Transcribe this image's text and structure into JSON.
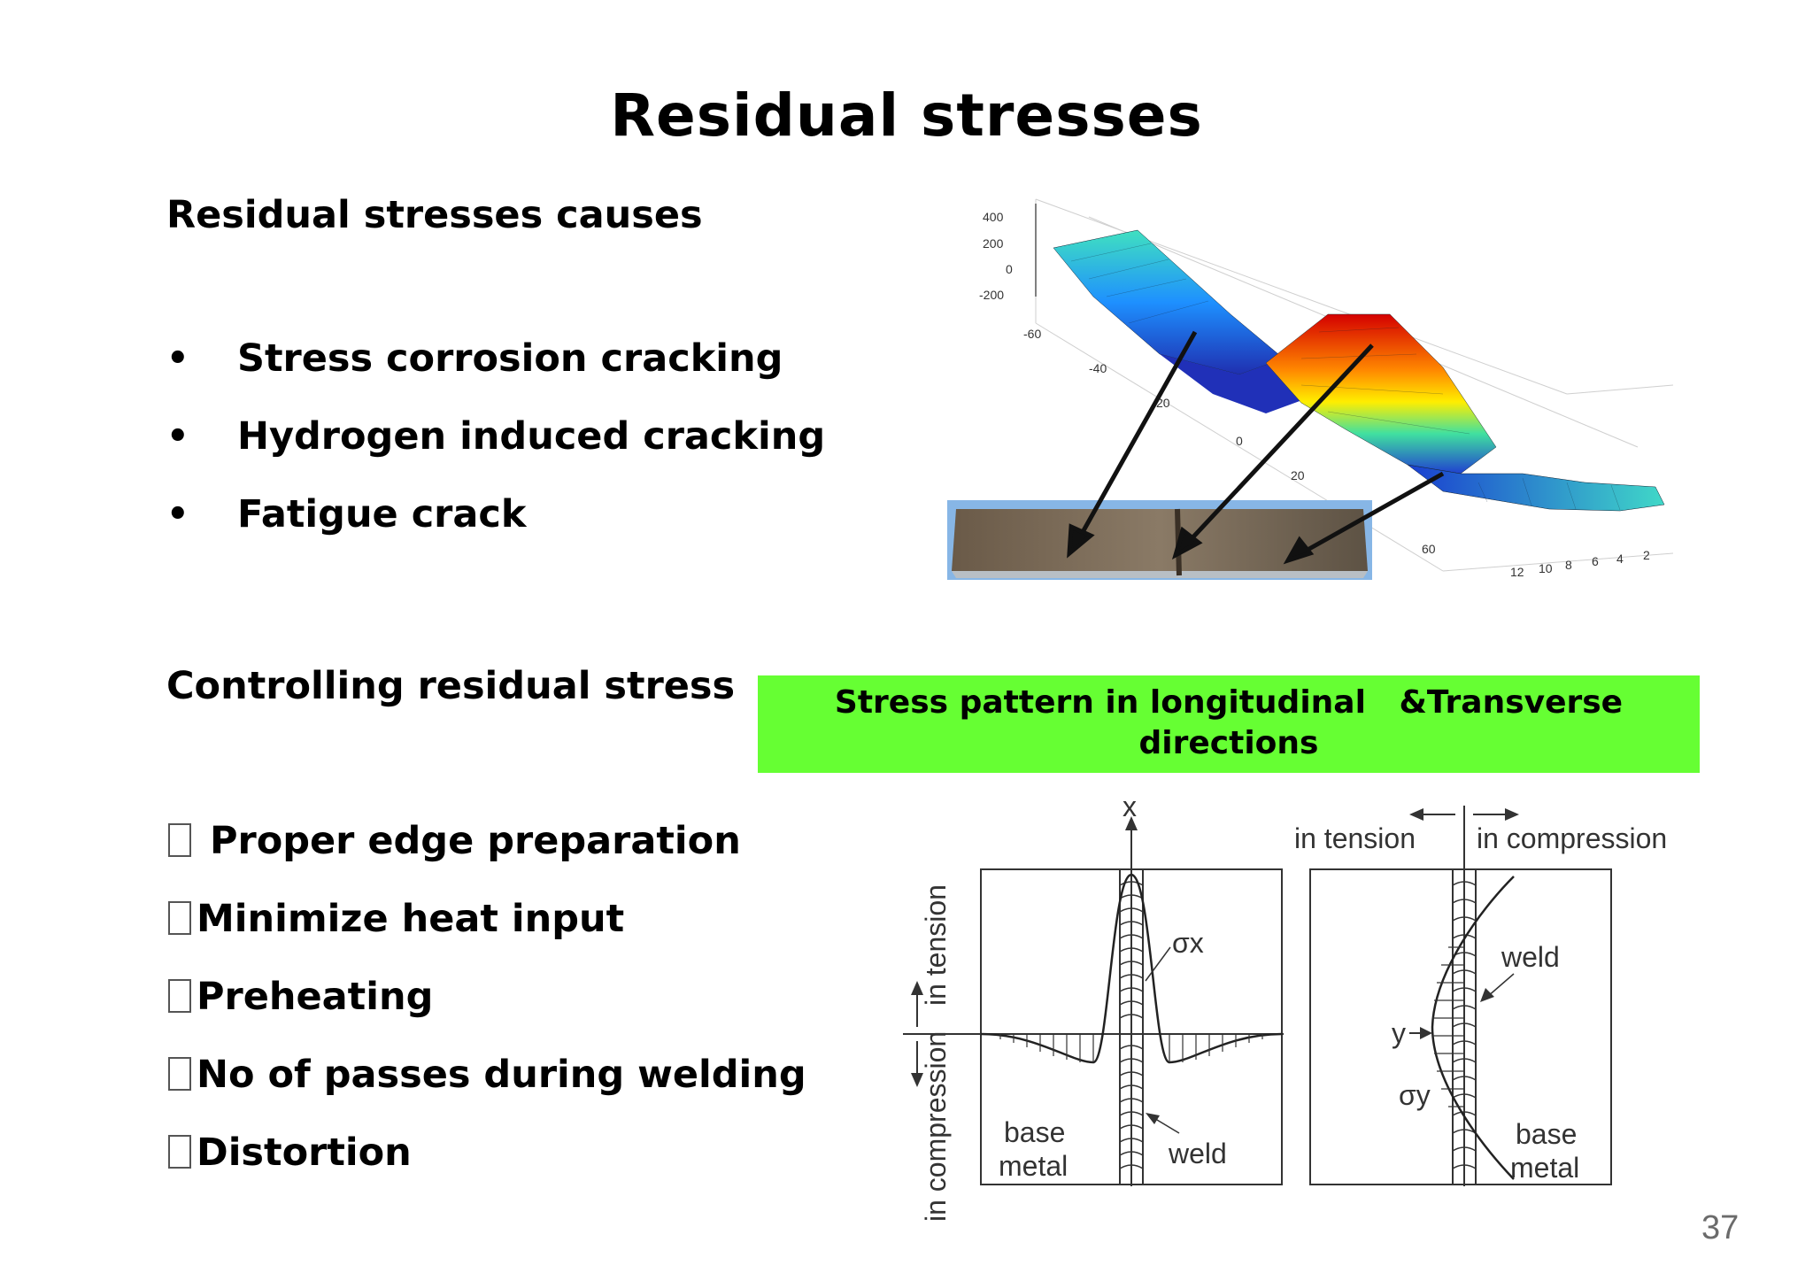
{
  "slide": {
    "title": "Residual stresses",
    "page_number": "37"
  },
  "causes": {
    "heading": "Residual stresses causes",
    "items": [
      {
        "bullet": "•",
        "text": "Stress corrosion cracking"
      },
      {
        "bullet": "•",
        "text": "Hydrogen induced cracking"
      },
      {
        "bullet": "•",
        "text": "Fatigue crack"
      }
    ]
  },
  "control": {
    "heading": "Controlling residual stress",
    "items": [
      {
        "text": " Proper edge preparation"
      },
      {
        "text": "Minimize heat input"
      },
      {
        "text": "Preheating"
      },
      {
        "text": "No of passes during welding"
      },
      {
        "text": "Distortion"
      }
    ]
  },
  "banner": {
    "line1": "Stress pattern in longitudinal   &Transverse",
    "line2": "directions",
    "color": "#66ff33"
  },
  "surface_plot": {
    "z_ticks": [
      "400",
      "200",
      "0",
      "-200"
    ],
    "y_ticks": [
      "-60",
      "-40",
      "20",
      "0",
      "20",
      "60"
    ],
    "x_ticks": [
      "12",
      "10",
      "8",
      "6",
      "4",
      "2"
    ]
  },
  "diagram": {
    "x_axis_label": "x",
    "in_tension_vertical": "in tension",
    "in_compression_vertical": "in compression",
    "sigma_x": "σx",
    "sigma_y": "σy",
    "base_metal_1": "base",
    "base_metal_2": "metal",
    "weld_left": "weld",
    "in_tension_top": "in tension",
    "in_compression_top": "in compression",
    "weld_right": "weld",
    "y_label": "y",
    "base_metal_r1": "base",
    "base_metal_r2": "metal"
  }
}
